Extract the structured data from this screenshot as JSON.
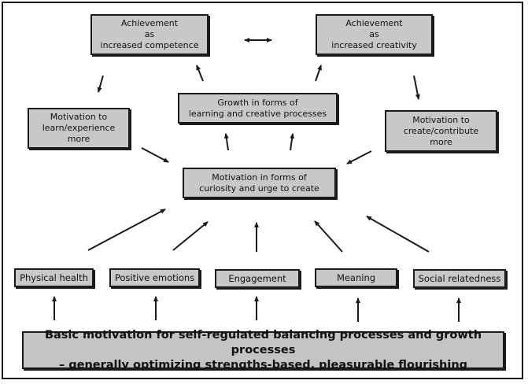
{
  "boxes": {
    "achievement_competence": "Achievement\nas\nincreased competence",
    "achievement_creativity": "Achievement\nas\nincreased creativity",
    "growth": "Growth in forms of\nlearning  and  creative processes",
    "motivation_learn": "Motivation to\nlearn/experience\nmore",
    "motivation_create": "Motivation to\ncreate/contribute\nmore",
    "motivation_curiosity": "Motivation in forms of\ncuriosity and urge to create",
    "physical_health": "Physical health",
    "positive_emotions": "Positive emotions",
    "engagement": "Engagement",
    "meaning": "Meaning",
    "social_relatedness": "Social relatedness",
    "basic_motivation": "Basic motivation for self-regulated balancing processes and growth processes\n– generally optimizing strengths-based, pleasurable flourishing"
  }
}
